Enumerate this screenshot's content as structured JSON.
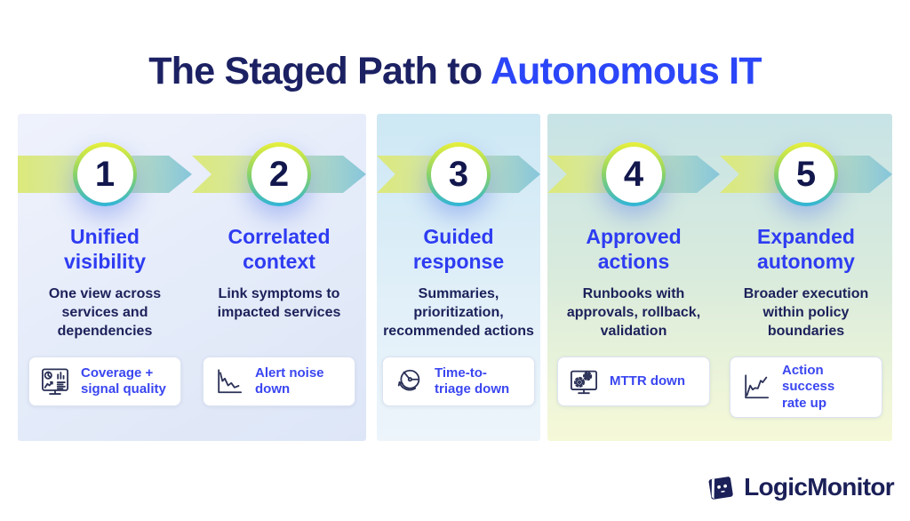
{
  "title": {
    "prefix": "The Staged Path to ",
    "highlight": "Autonomous IT"
  },
  "stages": [
    {
      "number": "1",
      "title": "Unified\nvisibility",
      "description": "One view across\nservices and\ndependencies",
      "badge": {
        "icon": "dashboard-metrics-icon",
        "label": "Coverage +\nsignal quality"
      }
    },
    {
      "number": "2",
      "title": "Correlated\ncontext",
      "description": "Link symptoms to\nimpacted services",
      "badge": {
        "icon": "declining-chart-icon",
        "label": "Alert noise\ndown"
      }
    },
    {
      "number": "3",
      "title": "Guided\nresponse",
      "description": "Summaries,\nprioritization,\nrecommended actions",
      "badge": {
        "icon": "stopwatch-icon",
        "label": "Time-to-\ntriage down"
      }
    },
    {
      "number": "4",
      "title": "Approved\nactions",
      "description": "Runbooks with\napprovals, rollback,\nvalidation",
      "badge": {
        "icon": "gears-monitor-icon",
        "label": "MTTR down"
      }
    },
    {
      "number": "5",
      "title": "Expanded\nautonomy",
      "description": "Broader execution\nwithin policy\nboundaries",
      "badge": {
        "icon": "rising-chart-icon",
        "label": "Action success\nrate up"
      }
    }
  ],
  "footer": {
    "brand": "LogicMonitor"
  },
  "colors": {
    "title_navy": "#1c2163",
    "highlight_blue": "#2b46f8",
    "stage_title_blue": "#2e3cf2",
    "body_navy": "#1c215a",
    "badge_text_blue": "#3a46f0",
    "ring_yellow": "#e9f03a",
    "ring_teal": "#2fb4da",
    "arrow_yellow": "#dce97a",
    "arrow_teal": "#86c6db",
    "panel_lavender": "#e4ebf9",
    "panel_cyan": "#cde8f4",
    "panel_teal_to_yellow": [
      "#c8e3e6",
      "#f6f9d8"
    ]
  }
}
